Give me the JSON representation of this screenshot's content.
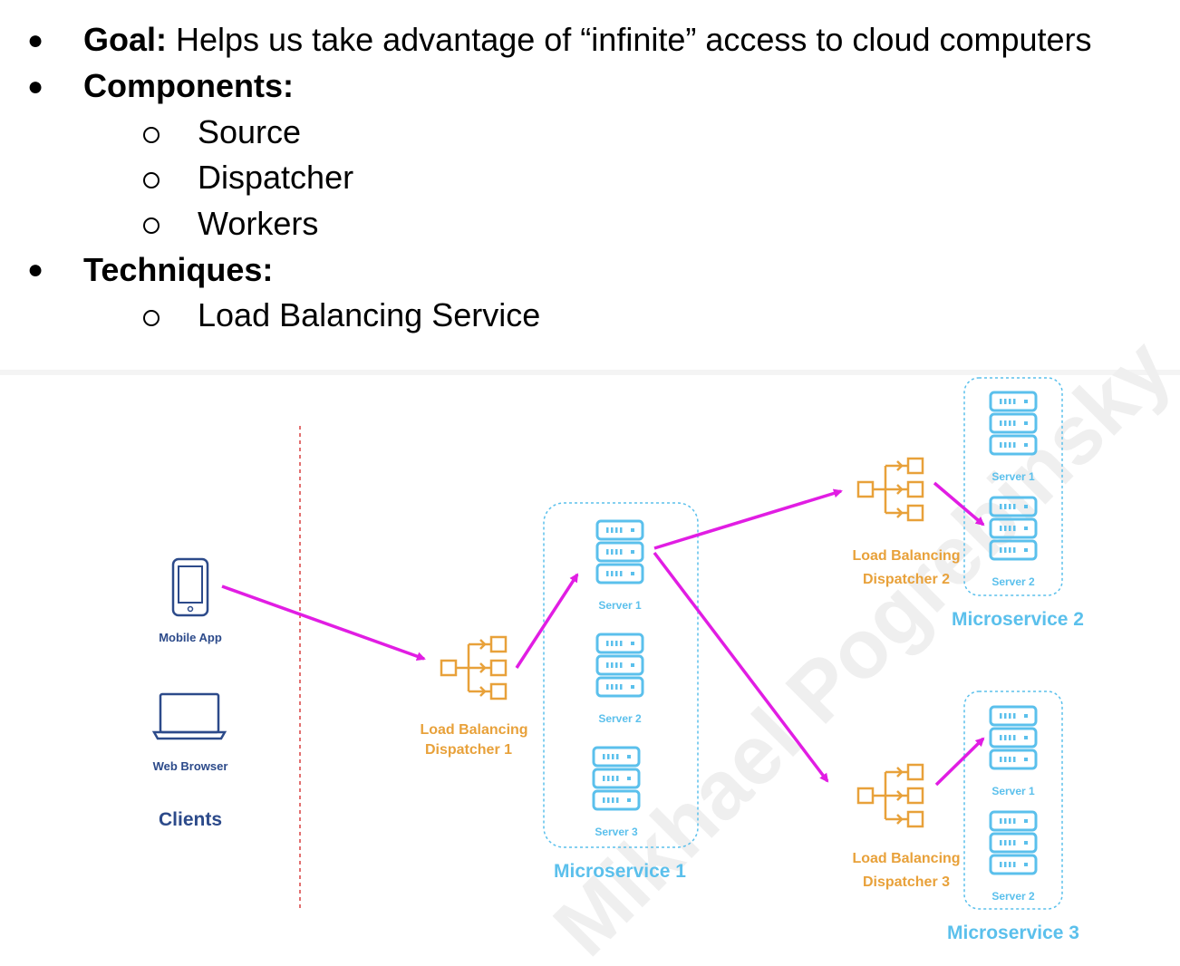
{
  "bullets": {
    "goal_label": "Goal:",
    "goal_text": " Helps us take advantage of “infinite” access to cloud computers",
    "components_label": "Components:",
    "components": [
      "Source",
      "Dispatcher",
      "Workers"
    ],
    "techniques_label": "Techniques:",
    "techniques": [
      "Load Balancing Service"
    ]
  },
  "diagram": {
    "watermark": "Mikhael Pogrebinsky",
    "clients": {
      "mobile": "Mobile App",
      "web": "Web Browser",
      "title": "Clients"
    },
    "dispatchers": [
      {
        "line1": "Load Balancing",
        "line2": "Dispatcher 1"
      },
      {
        "line1": "Load Balancing",
        "line2": "Dispatcher 2"
      },
      {
        "line1": "Load Balancing",
        "line2": "Dispatcher 3"
      }
    ],
    "microservices": [
      {
        "title": "Microservice 1",
        "servers": [
          "Server 1",
          "Server 2",
          "Server 3"
        ]
      },
      {
        "title": "Microservice 2",
        "servers": [
          "Server 1",
          "Server 2"
        ]
      },
      {
        "title": "Microservice 3",
        "servers": [
          "Server 1",
          "Server 2"
        ]
      }
    ],
    "colors": {
      "arrow": "#e11de3",
      "orange": "#e8a13a",
      "blue": "#5bc0ec",
      "navy": "#2c4a8a",
      "divider": "#d94040"
    }
  }
}
